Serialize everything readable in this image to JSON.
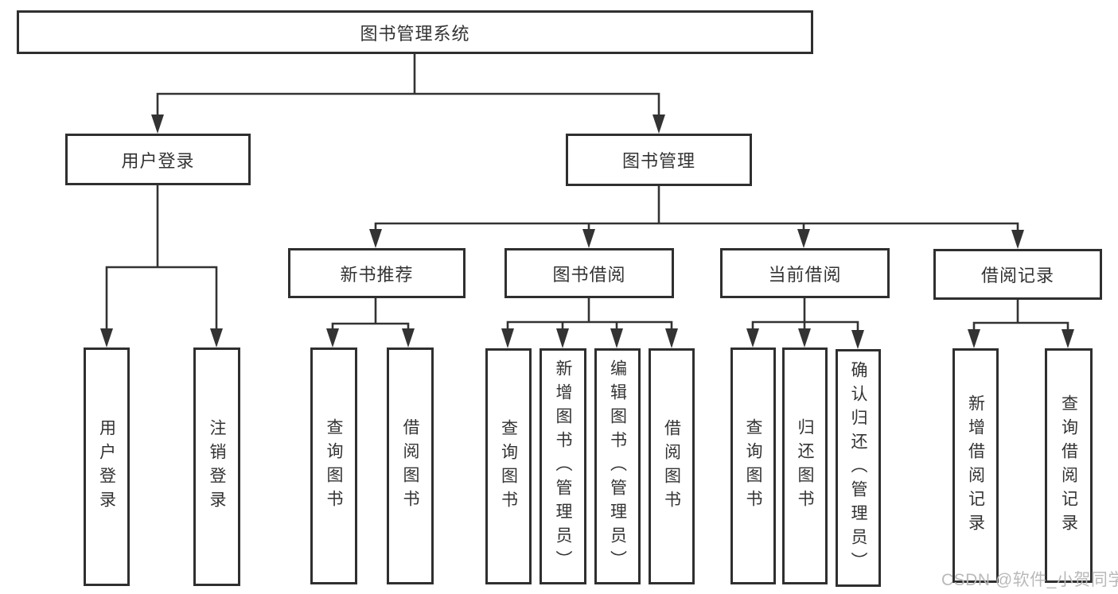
{
  "title": "图书管理系统",
  "watermark": "CSDN @软件_小贺同学",
  "colors": {
    "background": "#ffffff",
    "line": "#333333",
    "box-border": "#2f2f2f",
    "text": "#333333",
    "watermark": "#b9b9b9"
  },
  "tree": {
    "label": "图书管理系统",
    "children": [
      {
        "label": "用户登录",
        "children": [
          {
            "label": "用户登录"
          },
          {
            "label": "注销登录"
          }
        ]
      },
      {
        "label": "图书管理",
        "children": [
          {
            "label": "新书推荐",
            "children": [
              {
                "label": "查询图书"
              },
              {
                "label": "借阅图书"
              }
            ]
          },
          {
            "label": "图书借阅",
            "children": [
              {
                "label": "查询图书"
              },
              {
                "label": "新增图书（管理员）"
              },
              {
                "label": "编辑图书（管理员）"
              },
              {
                "label": "借阅图书"
              }
            ]
          },
          {
            "label": "当前借阅",
            "children": [
              {
                "label": "查询图书"
              },
              {
                "label": "归还图书"
              },
              {
                "label": "确认归还（管理员）"
              }
            ]
          },
          {
            "label": "借阅记录",
            "children": [
              {
                "label": "新增借阅记录"
              },
              {
                "label": "查询借阅记录"
              }
            ]
          }
        ]
      }
    ]
  }
}
